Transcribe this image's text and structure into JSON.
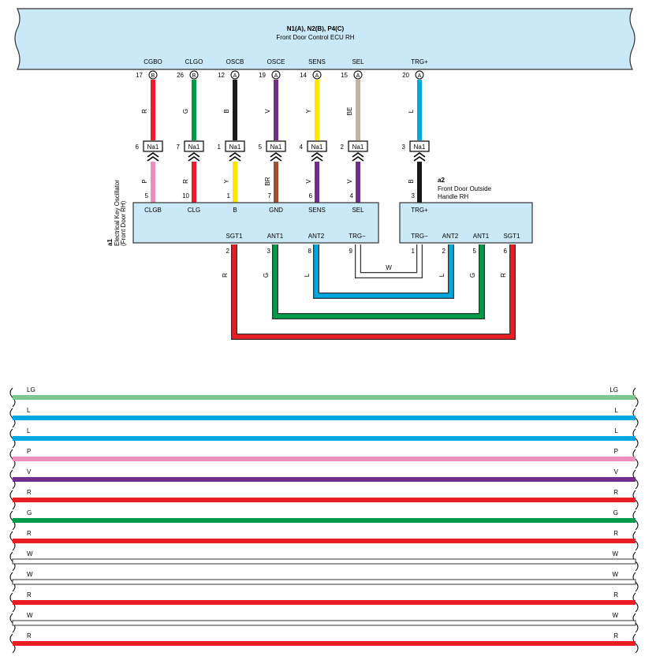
{
  "ecu": {
    "title": "N1(A), N2(B), P4(C)",
    "subtitle": "Front Door Control ECU RH",
    "pins": [
      {
        "name": "CGBO",
        "num": "17",
        "conn": "B",
        "wire": "R"
      },
      {
        "name": "CLGO",
        "num": "26",
        "conn": "B",
        "wire": "G"
      },
      {
        "name": "OSCB",
        "num": "12",
        "conn": "A",
        "wire": "B"
      },
      {
        "name": "OSCE",
        "num": "19",
        "conn": "A",
        "wire": "V"
      },
      {
        "name": "SENS",
        "num": "14",
        "conn": "A",
        "wire": "Y"
      },
      {
        "name": "SEL",
        "num": "15",
        "conn": "A",
        "wire": "BE"
      },
      {
        "name": "TRG+",
        "num": "20",
        "conn": "A",
        "wire": "L"
      }
    ]
  },
  "junction": {
    "label": "Na1",
    "pins": [
      {
        "num": "6",
        "wire_below": "P"
      },
      {
        "num": "7",
        "wire_below": "R"
      },
      {
        "num": "1",
        "wire_below": "Y"
      },
      {
        "num": "5",
        "wire_below": "BR"
      },
      {
        "num": "4",
        "wire_below": "V"
      },
      {
        "num": "2",
        "wire_below": "V"
      },
      {
        "num": "3",
        "wire_below": "B"
      }
    ]
  },
  "oscillator": {
    "code": "a1",
    "name": "Electrical Key Oscillator",
    "location": "(Front Door RH)",
    "top_pins": [
      {
        "num": "5",
        "name": "CLGB"
      },
      {
        "num": "10",
        "name": "CLG"
      },
      {
        "num": "1",
        "name": "B"
      },
      {
        "num": "7",
        "name": "GND"
      },
      {
        "num": "6",
        "name": "SENS"
      },
      {
        "num": "4",
        "name": "SEL"
      }
    ],
    "bottom_pins": [
      {
        "num": "2",
        "name": "SGT1",
        "wire": "R"
      },
      {
        "num": "3",
        "name": "ANT1",
        "wire": "G"
      },
      {
        "num": "8",
        "name": "ANT2",
        "wire": "L"
      },
      {
        "num": "9",
        "name": "TRG−"
      }
    ]
  },
  "handle": {
    "code": "a2",
    "name_line1": "Front Door Outside",
    "name_line2": "Handle RH",
    "top_pin": {
      "num": "3",
      "name": "TRG+"
    },
    "bottom_pins": [
      {
        "num": "1",
        "name": "TRG−"
      },
      {
        "num": "2",
        "name": "ANT2",
        "wire": "L"
      },
      {
        "num": "5",
        "name": "ANT1",
        "wire": "G"
      },
      {
        "num": "6",
        "name": "SGT1",
        "wire": "R"
      }
    ],
    "trg_wire": "W"
  },
  "wire_colors": {
    "R": "#ea1c24",
    "G": "#009b48",
    "B": "#1a1a1a",
    "V": "#702f8a",
    "Y": "#ffe600",
    "BE": "#c3b2a2",
    "L": "#00a7e1",
    "P": "#ec8fbd",
    "BR": "#a0522d",
    "LG": "#7cc690",
    "W": "#ffffff",
    "ecu_fill": "#c9e9f8",
    "outline": "#333333"
  },
  "legend": [
    {
      "code": "LG"
    },
    {
      "code": "L"
    },
    {
      "code": "L"
    },
    {
      "code": "P"
    },
    {
      "code": "V"
    },
    {
      "code": "R"
    },
    {
      "code": "G"
    },
    {
      "code": "R"
    },
    {
      "code": "W"
    },
    {
      "code": "W"
    },
    {
      "code": "R"
    },
    {
      "code": "W"
    },
    {
      "code": "R"
    }
  ]
}
